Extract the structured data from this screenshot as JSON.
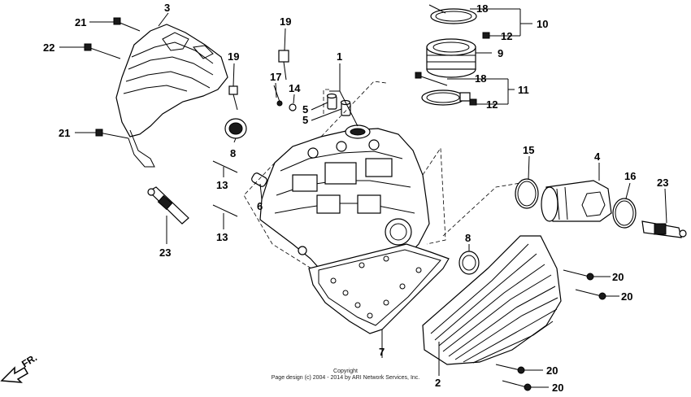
{
  "callouts": {
    "c1": "1",
    "c2": "2",
    "c3": "3",
    "c4": "4",
    "c5a": "5",
    "c5b": "5",
    "c6": "6",
    "c7": "7",
    "c8a": "8",
    "c8b": "8",
    "c9": "9",
    "c10": "10",
    "c11": "11",
    "c12a": "12",
    "c12b": "12",
    "c13a": "13",
    "c13b": "13",
    "c14": "14",
    "c15": "15",
    "c16": "16",
    "c17": "17",
    "c18a": "18",
    "c18b": "18",
    "c19a": "19",
    "c19b": "19",
    "c20a": "20",
    "c20b": "20",
    "c20c": "20",
    "c20d": "20",
    "c21a": "21",
    "c21b": "21",
    "c22": "22",
    "c23a": "23",
    "c23b": "23"
  },
  "copyright": {
    "line1": "Copyright",
    "line2": "Page design (c) 2004 - 2014 by ARI Network Services, Inc."
  },
  "direction_label": "FR."
}
